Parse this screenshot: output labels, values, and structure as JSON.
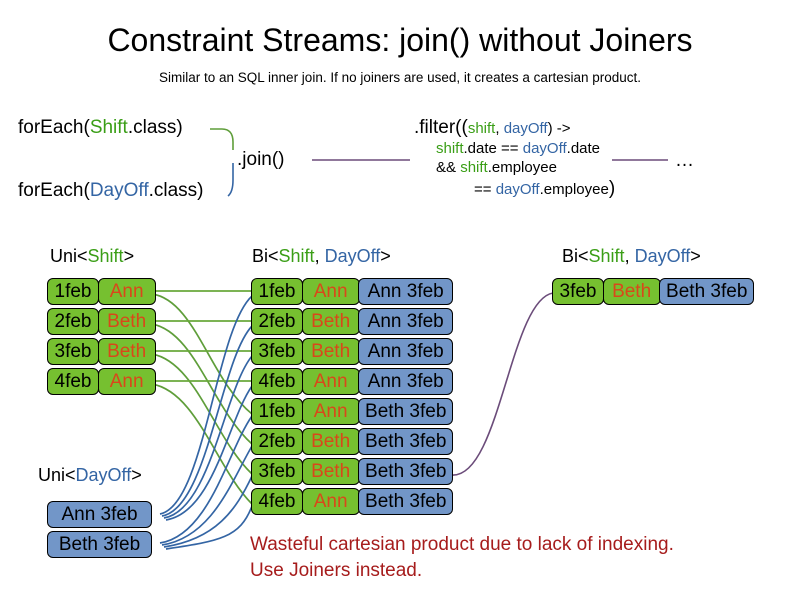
{
  "header": {
    "title": "Constraint Streams: join() without Joiners",
    "subtitle": "Similar to an SQL inner join. If no joiners are used, it creates a cartesian product."
  },
  "colors": {
    "shift": "#3a9e16",
    "dayoff": "#3465a4",
    "shift_box": "#76c030",
    "dayoff_box": "#7296c8",
    "name_text": "#d9481a",
    "warning": "#a61c1c",
    "wire_shift": "#5f9e3a",
    "wire_dayoff": "#3465a4",
    "wire_join": "#6b4c7a"
  },
  "code": {
    "foreach_shift": {
      "prefix": "forEach(",
      "type": "Shift",
      "suffix": ".class)"
    },
    "foreach_dayoff": {
      "prefix": "forEach(",
      "type": "DayOff",
      "suffix": ".class)"
    },
    "join_label": ".join()",
    "ellipsis": "…",
    "filter": {
      "line1_a": ".filter((",
      "line1_shift": "shift",
      "line1_comma": ", ",
      "line1_dayoff": "dayOff",
      "line1_b": ") ->",
      "line2_shift": "shift",
      "line2_a": ".date == ",
      "line2_dayoff": "dayOff",
      "line2_b": ".date",
      "line3_a": "&& ",
      "line3_shift": "shift",
      "line3_b": ".employee",
      "line4_a": "== ",
      "line4_dayoff": "dayOff",
      "line4_b": ".employee",
      "line4_close": ")"
    }
  },
  "streams": {
    "uni_shift_label": {
      "prefix": "Uni<",
      "type": "Shift",
      "suffix": ">"
    },
    "uni_dayoff_label": {
      "prefix": "Uni<",
      "type": "DayOff",
      "suffix": ">"
    },
    "bi_middle_label": {
      "prefix": "Bi<",
      "type1": "Shift",
      "sep": ", ",
      "type2": "DayOff",
      "suffix": ">"
    },
    "bi_right_label": {
      "prefix": "Bi<",
      "type1": "Shift",
      "sep": ", ",
      "type2": "DayOff",
      "suffix": ">"
    }
  },
  "uni_shift_rows": [
    {
      "date": "1feb",
      "employee": "Ann"
    },
    {
      "date": "2feb",
      "employee": "Beth"
    },
    {
      "date": "3feb",
      "employee": "Beth"
    },
    {
      "date": "4feb",
      "employee": "Ann"
    }
  ],
  "uni_dayoff_rows": [
    {
      "dayoff": "Ann 3feb"
    },
    {
      "dayoff": "Beth 3feb"
    }
  ],
  "bi_middle_rows": [
    {
      "date": "1feb",
      "employee": "Ann",
      "dayoff": "Ann 3feb"
    },
    {
      "date": "2feb",
      "employee": "Beth",
      "dayoff": "Ann 3feb"
    },
    {
      "date": "3feb",
      "employee": "Beth",
      "dayoff": "Ann 3feb"
    },
    {
      "date": "4feb",
      "employee": "Ann",
      "dayoff": "Ann 3feb"
    },
    {
      "date": "1feb",
      "employee": "Ann",
      "dayoff": "Beth 3feb"
    },
    {
      "date": "2feb",
      "employee": "Beth",
      "dayoff": "Beth 3feb"
    },
    {
      "date": "3feb",
      "employee": "Beth",
      "dayoff": "Beth 3feb"
    },
    {
      "date": "4feb",
      "employee": "Ann",
      "dayoff": "Beth 3feb"
    }
  ],
  "bi_right_rows": [
    {
      "date": "3feb",
      "employee": "Beth",
      "dayoff": "Beth 3feb"
    }
  ],
  "warning": {
    "line1": "Wasteful cartesian product due to lack of indexing.",
    "line2": "Use Joiners instead."
  }
}
